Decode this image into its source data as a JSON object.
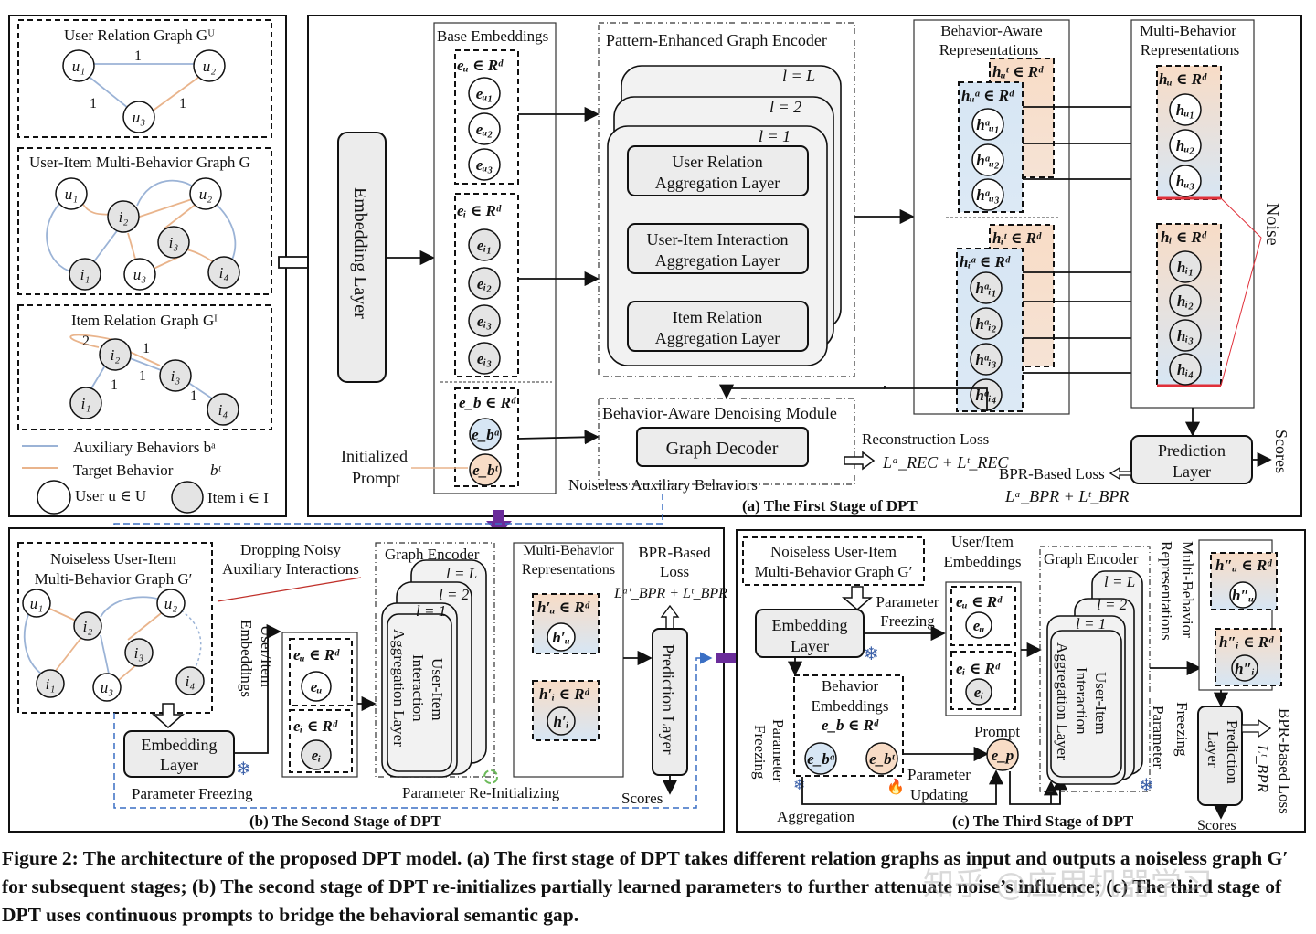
{
  "stage_a": {
    "title": "(a) The First Stage of DPT",
    "user_relation_graph": {
      "title": "User Relation Graph Gᵁ",
      "nodes": [
        "u₁",
        "u₂",
        "u₃"
      ],
      "weights": [
        "1",
        "1",
        "1"
      ]
    },
    "user_item_graph": {
      "title": "User-Item Multi-Behavior Graph G",
      "users": [
        "u₁",
        "u₂",
        "u₃"
      ],
      "items": [
        "i₂",
        "i₃",
        "i₁",
        "i₄"
      ]
    },
    "item_relation_graph": {
      "title": "Item Relation Graph Gᴵ",
      "items": [
        "i₂",
        "i₃",
        "i₁",
        "i₄"
      ],
      "weights": [
        "2",
        "1",
        "1",
        "1",
        "1"
      ]
    },
    "legend": {
      "auxiliary": "Auxiliary Behaviors bᵃ",
      "target": "Target Behavior",
      "target_symbol": "bᵗ",
      "user": "User u ∈ U",
      "item": "Item i ∈ I"
    },
    "embedding_layer": "Embedding Layer",
    "base_embeddings": {
      "title": "Base Embeddings",
      "user_label": "eᵤ ∈ Rᵈ",
      "user_nodes": [
        "eᵤ₁",
        "eᵤ₂",
        "eᵤ₃"
      ],
      "item_label": "eᵢ ∈ Rᵈ",
      "item_nodes": [
        "eᵢ₁",
        "eᵢ₂",
        "eᵢ₃",
        "eᵢ₃"
      ],
      "behavior_label": "e_b ∈ Rᵈ",
      "behavior_nodes": [
        "e_bᵃ",
        "e_bᵗ"
      ]
    },
    "initialized_prompt": [
      "Initialized",
      "Prompt"
    ],
    "encoder": {
      "title": "Pattern-Enhanced Graph Encoder",
      "layers": [
        "l = L",
        "l = 2",
        "l = 1"
      ],
      "blocks": [
        [
          "User Relation",
          "Aggregation Layer"
        ],
        [
          "User-Item Interaction",
          "Aggregation Layer"
        ],
        [
          "Item Relation",
          "Aggregation Layer"
        ]
      ]
    },
    "behavior_aware": {
      "title": [
        "Behavior-Aware",
        "Representations"
      ],
      "user_target": "hᵤᵗ ∈ Rᵈ",
      "user_aux": "hᵤᵃ ∈ Rᵈ",
      "user_nodes": [
        "hᵃᵤ₁",
        "hᵃᵤ₂",
        "hᵃᵤ₃"
      ],
      "item_target": "hᵢᵗ ∈ Rᵈ",
      "item_aux": "hᵢᵃ ∈ Rᵈ",
      "item_nodes": [
        "hᵃᵢ₁",
        "hᵃᵢ₂",
        "hᵃᵢ₃",
        "hᵃᵢ₄"
      ]
    },
    "multi_behavior": {
      "title": [
        "Multi-Behavior",
        "Representations"
      ],
      "user_label": "hᵤ ∈ Rᵈ",
      "user_nodes": [
        "hᵤ₁",
        "hᵤ₂",
        "hᵤ₃"
      ],
      "item_label": "hᵢ ∈ Rᵈ",
      "item_nodes": [
        "hᵢ₁",
        "hᵢ₂",
        "hᵢ₃",
        "hᵢ₄"
      ]
    },
    "noise": "Noise",
    "denoising_module": "Behavior-Aware Denoising Module",
    "graph_decoder": "Graph Decoder",
    "reconstruction_loss": "Reconstruction Loss",
    "reconstruction_formula": "Lᵃ_REC + Lᵗ_REC",
    "noiseless_aux": "Noiseless Auxiliary Behaviors",
    "prediction_layer": [
      "Prediction",
      "Layer"
    ],
    "scores": "Scores",
    "bpr_loss": "BPR-Based Loss",
    "bpr_formula": "Lᵃ_BPR + Lᵗ_BPR"
  },
  "stage_b": {
    "title": "(b) The Second Stage of DPT",
    "graph_title": [
      "Noiseless User-Item",
      "Multi-Behavior Graph G′"
    ],
    "users": [
      "u₁",
      "u₂",
      "u₃"
    ],
    "items": [
      "i₂",
      "i₃",
      "i₁",
      "i₄"
    ],
    "dropping": [
      "Dropping Noisy",
      "Auxiliary Interactions"
    ],
    "embedding_layer": [
      "Embedding",
      "Layer"
    ],
    "parameter_freezing": "Parameter Freezing",
    "embeddings_label": [
      "User/Item",
      "Embeddings"
    ],
    "user_label": "eᵤ ∈ Rᵈ",
    "user_node": "eᵤ",
    "item_label": "eᵢ ∈ Rᵈ",
    "item_node": "eᵢ",
    "graph_encoder": "Graph Encoder",
    "layers": [
      "l = L",
      "l = 2",
      "l = 1"
    ],
    "block": [
      "User-Item",
      "Interaction",
      "Aggregation Layer"
    ],
    "reinit": "Parameter Re-Initializing",
    "multi_behavior": [
      "Multi-Behavior",
      "Representations"
    ],
    "user_rep": "h′ᵤ ∈ Rᵈ",
    "user_rep_node": "h′ᵤ",
    "item_rep": "h′ᵢ ∈ Rᵈ",
    "item_rep_node": "h′ᵢ",
    "bpr_loss": [
      "BPR-Based",
      "Loss"
    ],
    "bpr_formula": "Lᵃ′_BPR + Lᵗ_BPR",
    "prediction_layer": "Prediction Layer",
    "scores": "Scores"
  },
  "stage_c": {
    "title": "(c) The Third Stage of DPT",
    "graph_title": [
      "Noiseless User-Item",
      "Multi-Behavior Graph G′"
    ],
    "embedding_layer": [
      "Embedding",
      "Layer"
    ],
    "parameter_freezing": [
      "Parameter",
      "Freezing"
    ],
    "embeddings_label": [
      "User/Item",
      "Embeddings"
    ],
    "user_label": "eᵤ ∈ Rᵈ",
    "user_node": "eᵤ",
    "item_label": "eᵢ ∈ Rᵈ",
    "item_node": "eᵢ",
    "behavior_embeddings": [
      "Behavior",
      "Embeddings",
      "e_b ∈ Rᵈ"
    ],
    "behavior_nodes": [
      "e_bᵃ",
      "e_bᵗ"
    ],
    "left_freezing": [
      "Parameter",
      "Freezing"
    ],
    "prompt": "Prompt",
    "prompt_node": "e_p",
    "parameter_updating": [
      "Parameter",
      "Updating"
    ],
    "aggregation": "Aggregation",
    "graph_encoder": "Graph Encoder",
    "layers": [
      "l = L",
      "l = 2",
      "l = 1"
    ],
    "block": [
      "User-Item",
      "Interaction",
      "Aggregation Layer"
    ],
    "encoder_freezing": [
      "Parameter",
      "Freezing"
    ],
    "multi_behavior": [
      "Multi-Behavior",
      "Representations"
    ],
    "user_rep": "h″ᵤ ∈ Rᵈ",
    "user_rep_node": "h″ᵤ",
    "item_rep": "h″ᵢ ∈ Rᵈ",
    "item_rep_node": "h″ᵢ",
    "prediction_layer": [
      "Prediction",
      "Layer"
    ],
    "bpr_loss": "BPR-Based Loss",
    "bpr_formula": "Lᵗ_BPR",
    "scores": "Scores"
  },
  "caption": "Figure 2: The architecture of the proposed DPT model. (a) The first stage of DPT takes different relation graphs as input and outputs a noiseless graph G′ for subsequent stages; (b) The second stage of DPT re-initializes partially learned parameters to further attenuate noise’s influence; (c) The third stage of DPT uses continuous prompts to bridge the behavioral semantic gap.",
  "watermark": "知乎 @应用机器学习",
  "colors": {
    "auxiliary": "#9bb3d6",
    "target": "#e9b48c",
    "stage_arrow": "#6a2c9a",
    "noise": "#e0303a",
    "freeze": "#3a5fa8",
    "dashed_link": "#3a6fc4"
  }
}
